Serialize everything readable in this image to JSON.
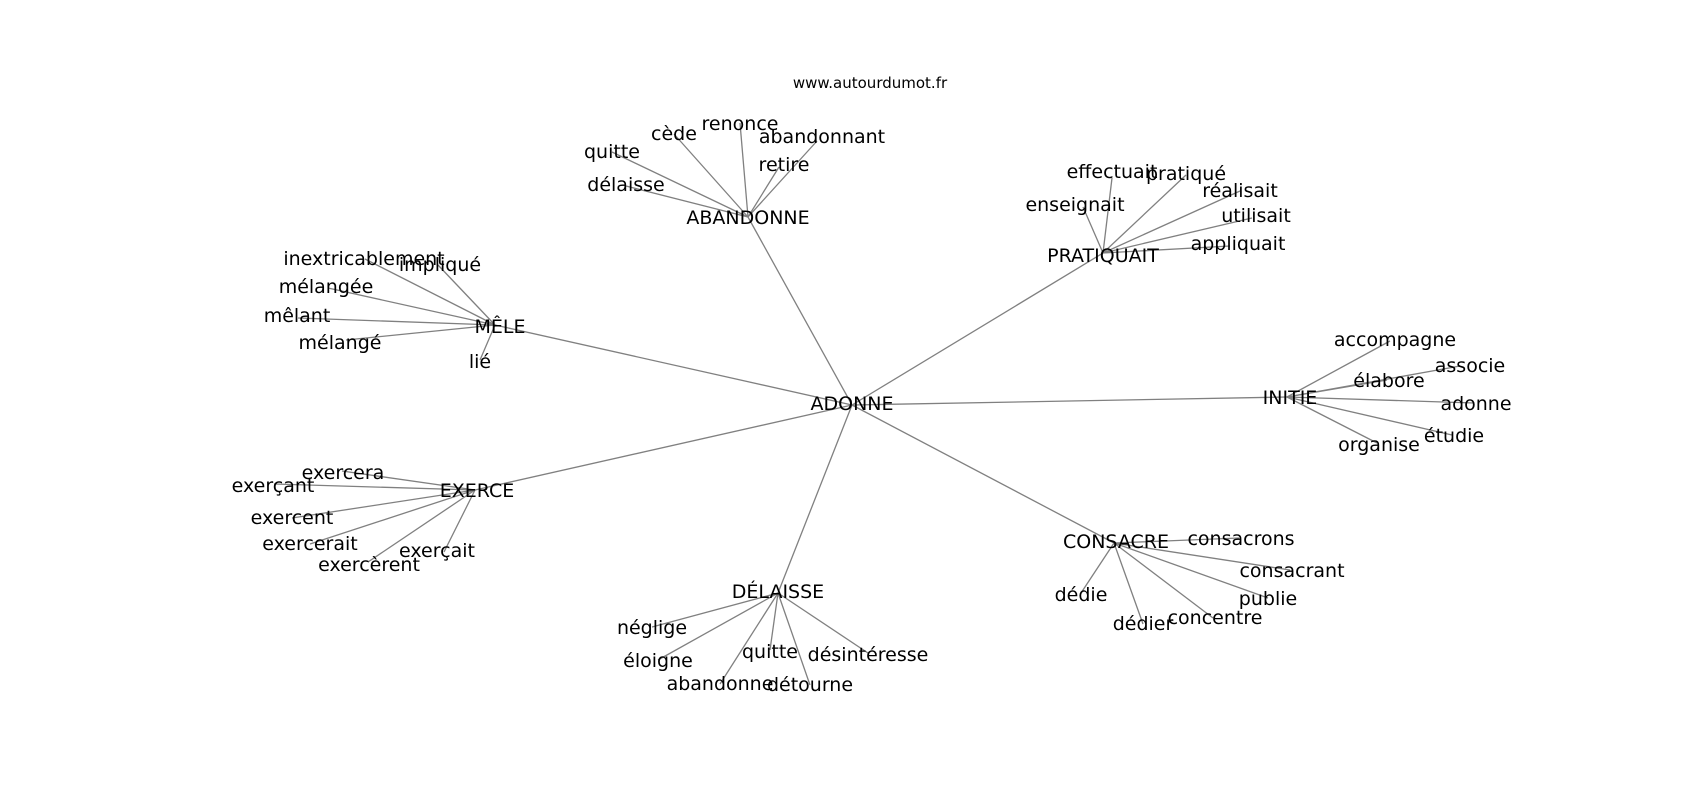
{
  "site": "www.autourdumot.fr",
  "center": "ADONNE",
  "groups": [
    {
      "label": "ABANDONNE",
      "words": [
        "quitte",
        "cède",
        "renonce",
        "abandonnant",
        "retire",
        "délaisse"
      ]
    },
    {
      "label": "PRATIQUAIT",
      "words": [
        "effectuait",
        "pratiqué",
        "réalisait",
        "enseignait",
        "utilisait",
        "appliquait"
      ]
    },
    {
      "label": "MÊLE",
      "words": [
        "inextricablement",
        "impliqué",
        "mélangée",
        "mêlant",
        "mélangé",
        "lié"
      ]
    },
    {
      "label": "INITIE",
      "words": [
        "accompagne",
        "associe",
        "élabore",
        "adonne",
        "étudie",
        "organise"
      ]
    },
    {
      "label": "EXERCE",
      "words": [
        "exercera",
        "exerçant",
        "exercent",
        "exercerait",
        "exerçait",
        "exercèrent"
      ]
    },
    {
      "label": "CONSACRE",
      "words": [
        "consacrons",
        "consacrant",
        "publie",
        "dédie",
        "concentre",
        "dédier"
      ]
    },
    {
      "label": "DÉLAISSE",
      "words": [
        "néglige",
        "éloigne",
        "quitte",
        "désintéresse",
        "abandonne",
        "détourne"
      ]
    }
  ]
}
